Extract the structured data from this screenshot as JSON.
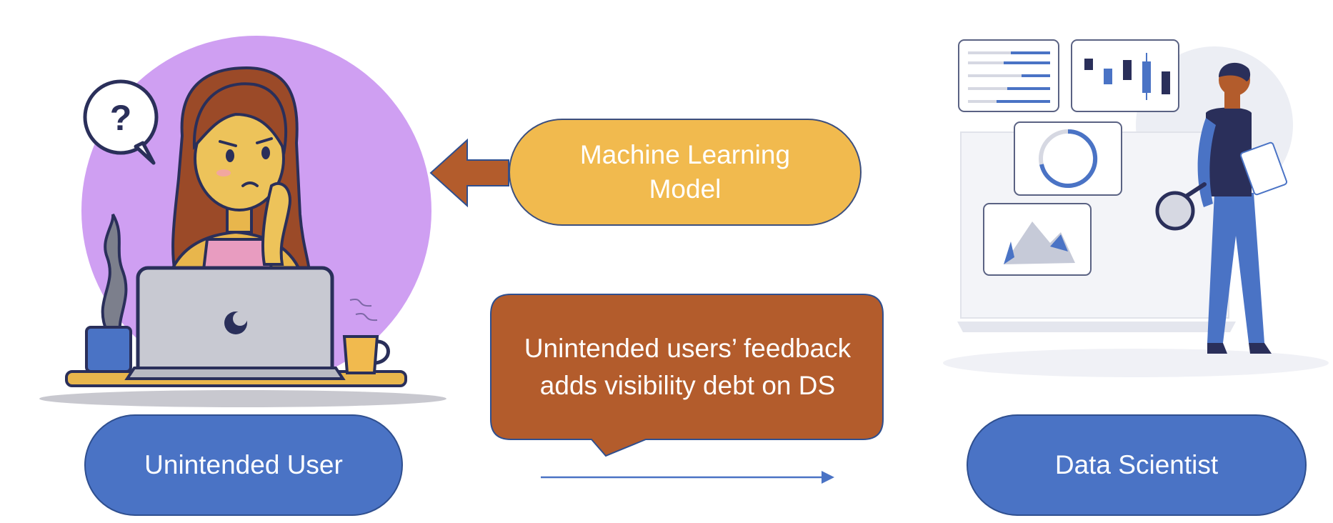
{
  "diagram": {
    "model_label_line1": "Machine Learning",
    "model_label_line2": "Model",
    "feedback_line1": "Unintended users’ feedback",
    "feedback_line2": "adds visibility debt on DS",
    "user_label": "Unintended User",
    "scientist_label": "Data Scientist"
  },
  "colors": {
    "pill_blue": "#4a73c5",
    "model_yellow": "#f1ba4e",
    "feedback_brown": "#b35c2c",
    "user_circle": "#cf9ff2"
  },
  "icons": [
    "question-bubble-icon",
    "laptop-icon",
    "coffee-cup-icon",
    "plant-icon",
    "magnifier-icon",
    "chart-icon"
  ]
}
